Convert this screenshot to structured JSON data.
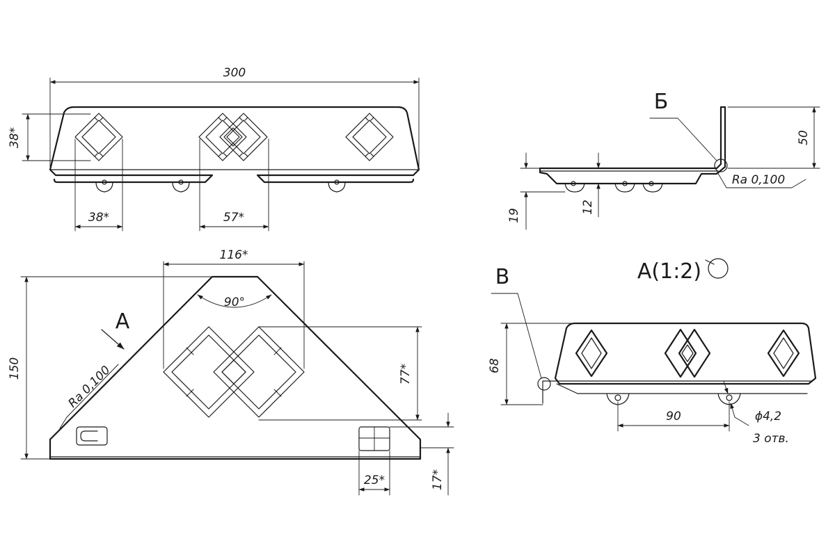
{
  "views": {
    "front": {
      "overall_width": "300",
      "left_height": "38*",
      "window_width": "38*",
      "center_window_width": "57*"
    },
    "side": {
      "section_letter": "Б",
      "height": "50",
      "base_height": "19",
      "flange_height": "12",
      "roughness": "Ra 0,100"
    },
    "top": {
      "top_width": "116*",
      "angle": "90°",
      "overall_height": "150",
      "window_height": "77*",
      "slot_width": "25*",
      "slot_height": "17*",
      "view_arrow": "А",
      "roughness": "Ra 0,100"
    },
    "detail": {
      "title": "А(1:2)",
      "section_letter": "В",
      "height": "68",
      "hole_spacing": "90",
      "hole_diameter": "ϕ4,2",
      "hole_count": "3 отв."
    }
  }
}
